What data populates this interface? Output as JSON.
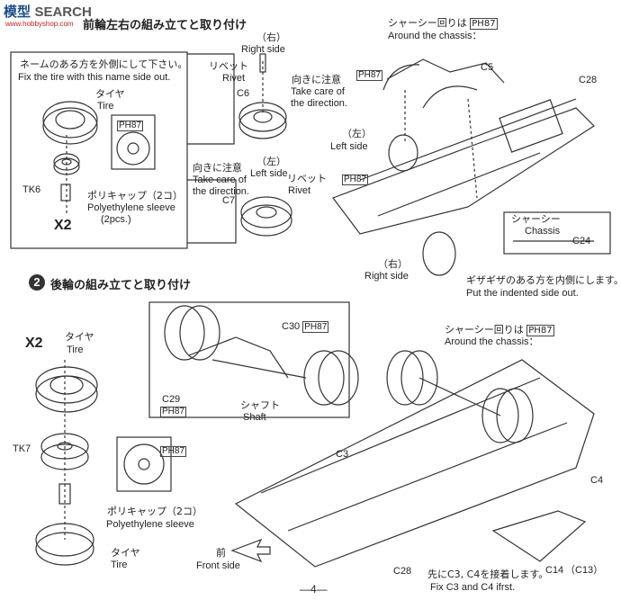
{
  "watermark": {
    "logo": "模型",
    "text": "SEARCH",
    "url": "www.hobbyshop.com"
  },
  "step1": {
    "title": "前輪左右の組み立てと取り付け",
    "tire_note_jp": "ネームのある方を外側にして下さい。",
    "tire_note_en": "Fix the tire with this name side out.",
    "tire_jp": "タイヤ",
    "tire_en": "Tire",
    "wheel_part": "TK6",
    "poly_jp": "ポリキャップ（2コ）",
    "poly_en": "Polyethylene sleeve",
    "poly_qty": "(2pcs.)",
    "times": "X2",
    "ph_badge": "PH87",
    "right_side_jp": "（右）",
    "right_side_en": "Right side",
    "rivet_jp": "リベット",
    "rivet_en": "Rivet",
    "c6": "C6",
    "care_jp": "向きに注意",
    "care_en1": "Take care of",
    "care_en2": "the direction.",
    "left_side_jp": "（左）",
    "left_side_en": "Left side",
    "c7": "C7",
    "chassis_jp": "シャーシー回りは",
    "chassis_en": "Around the chassis：",
    "c5": "C5",
    "c28": "C28",
    "left2_jp": "（左）",
    "left2_en": "Left side",
    "right2_jp": "（右）",
    "right2_en": "Right side",
    "chassis_box_jp": "シャーシー",
    "chassis_box_en": "Chassis",
    "c24": "C24",
    "indent_jp": "ギザギザのある方を内側にします。",
    "indent_en": "Put the indented side out."
  },
  "step2": {
    "num": "2",
    "title": "後輪の組み立てと取り付け",
    "times": "X2",
    "tire_jp": "タイヤ",
    "tire_en": "Tire",
    "wheel_part": "TK7",
    "ph_badge": "PH87",
    "poly_jp": "ポリキャップ（2コ）",
    "poly_en": "Polyethylene sleeve",
    "c30": "C30",
    "c29": "C29",
    "shaft_jp": "シャフト",
    "shaft_en": "Shaft",
    "chassis_jp": "シャーシー回りは",
    "chassis_en": "Around the chassis：",
    "c3": "C3",
    "c4": "C4",
    "c28": "C28",
    "front_jp": "前",
    "front_en": "Front side",
    "fix_jp": "先にC3, C4を接着します。",
    "fix_en": "Fix C3 and C4 ifrst.",
    "c14": "C14",
    "c13": "（C13）"
  },
  "page_number": "—4—"
}
